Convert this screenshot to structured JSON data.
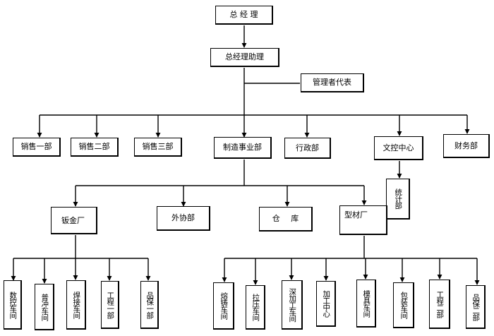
{
  "org": {
    "ceo": "总 经 理",
    "ceo_assistant": "总经理助理",
    "mgmt_rep": "管理者代表",
    "sales1": "销售一部",
    "sales2": "销售二部",
    "sales3": "销售三部",
    "mfg": "制造事业部",
    "admin": "行政部",
    "doc_ctrl": "文控中心",
    "finance": "财务部",
    "stats": "统计部",
    "sheet_metal": "钣金厂",
    "outsourcing": "外协部",
    "warehouse": "仓 库",
    "profile_plant": "型材厂",
    "sm_units": [
      "数控车间",
      "普冲车间",
      "焊接车间",
      "工程一部",
      "品保一部"
    ],
    "pf_units": [
      "熔铸车间",
      "拉压车间",
      "深加工车间",
      "加工中心",
      "模具车间",
      "包装车间",
      "工程二部",
      "品保二部"
    ]
  }
}
